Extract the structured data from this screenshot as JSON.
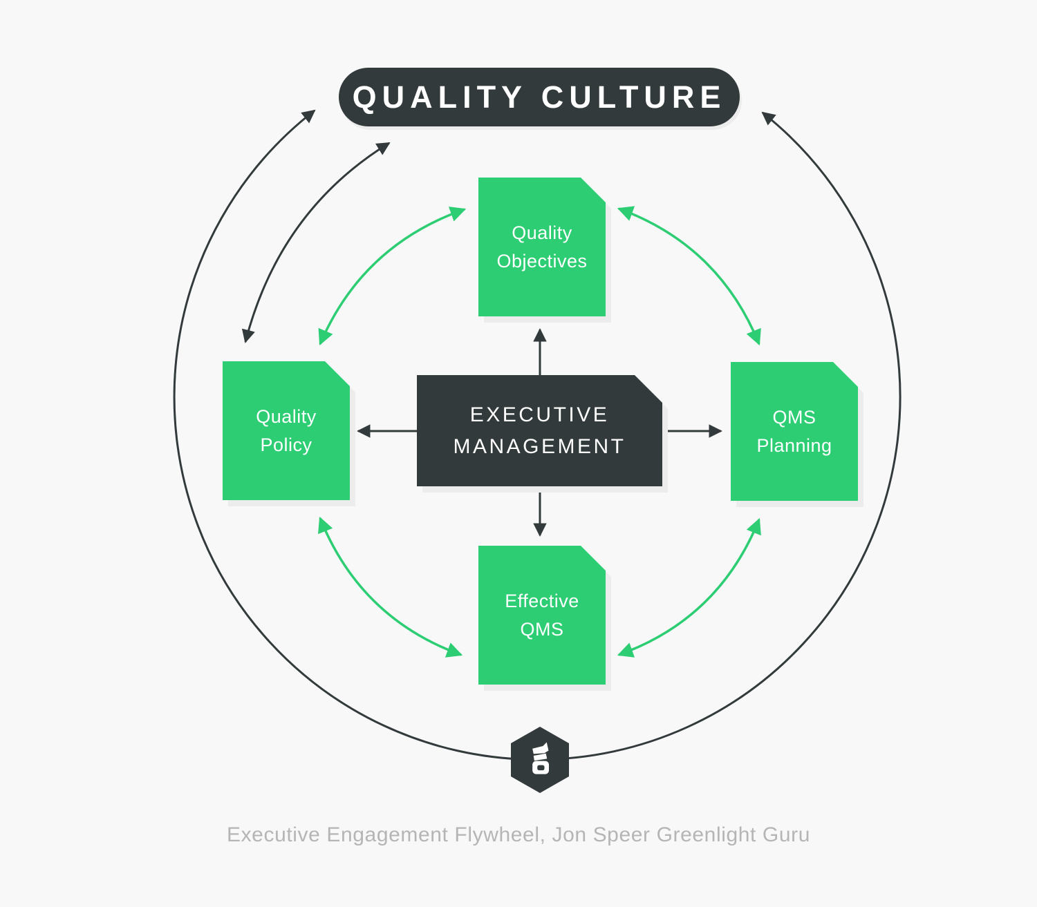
{
  "diagram": {
    "title": "QUALITY CULTURE",
    "center": {
      "line1": "EXECUTIVE",
      "line2": "MANAGEMENT"
    },
    "nodes": [
      {
        "id": "quality-objectives",
        "position": "top",
        "line1": "Quality",
        "line2": "Objectives"
      },
      {
        "id": "qms-planning",
        "position": "right",
        "line1": "QMS",
        "line2": "Planning"
      },
      {
        "id": "effective-qms",
        "position": "bottom",
        "line1": "Effective",
        "line2": "QMS"
      },
      {
        "id": "quality-policy",
        "position": "left",
        "line1": "Quality",
        "line2": "Policy"
      }
    ],
    "caption": "Executive Engagement Flywheel, Jon Speer Greenlight Guru",
    "logo": "greenlight-guru-g-icon"
  },
  "colors": {
    "green": "#2dcd73",
    "dark": "#333a3b",
    "background": "#f8f8f8",
    "caption": "#b5b5b5",
    "shadow": "#ececec"
  }
}
